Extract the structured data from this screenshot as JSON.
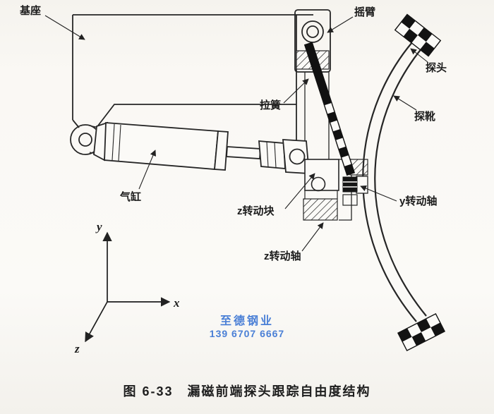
{
  "labels": {
    "base": "基座",
    "rocker_arm": "摇臂",
    "probe": "探头",
    "probe_shoe": "探靴",
    "tension_spring": "拉簧",
    "cylinder": "气缸",
    "z_rotation_block": "z转动块",
    "y_rotation_axis": "y转动轴",
    "z_rotation_axis": "z转动轴"
  },
  "axes": {
    "x": "x",
    "y": "y",
    "z": "z"
  },
  "watermark": {
    "line1": "至德钢业",
    "line2": "139 6707 6667",
    "color": "#4a7fd6"
  },
  "caption": "图 6-33　漏磁前端探头跟踪自由度结构"
}
